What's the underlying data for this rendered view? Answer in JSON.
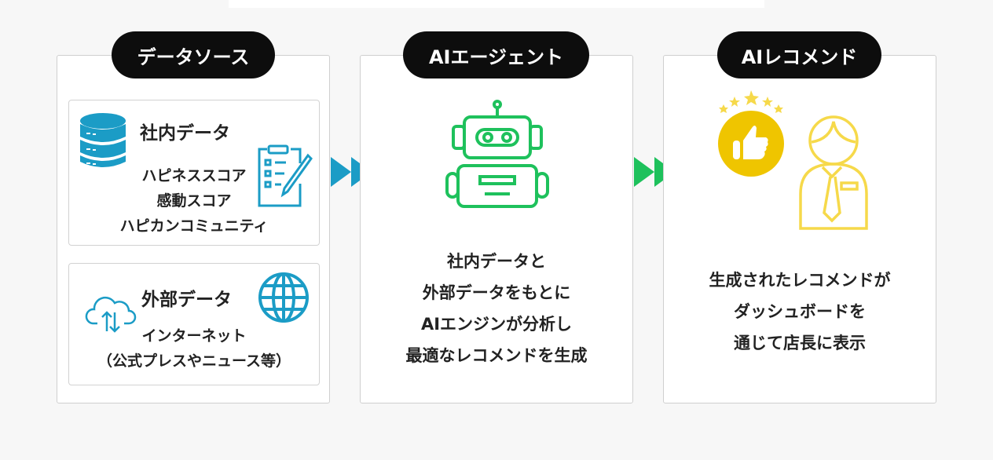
{
  "colors": {
    "blue": "#1b9cc6",
    "green": "#1ec15c",
    "yellow": "#efc500",
    "light_yellow": "#f6d94a"
  },
  "sections": [
    {
      "title": "データソース",
      "internal": {
        "title": "社内データ",
        "items": [
          "ハピネススコア",
          "感動スコア",
          "ハピカンコミュニティ"
        ]
      },
      "external": {
        "title": "外部データ",
        "items": [
          "インターネット",
          "（公式プレスやニュース等）"
        ]
      }
    },
    {
      "title": "AIエージェント",
      "lines": [
        "社内データと",
        "外部データをもとに",
        "AIエンジンが分析し",
        "最適なレコメンドを生成"
      ]
    },
    {
      "title": "AIレコメンド",
      "lines": [
        "生成されたレコメンドが",
        "ダッシュボードを",
        "通じて店長に表示"
      ]
    }
  ]
}
